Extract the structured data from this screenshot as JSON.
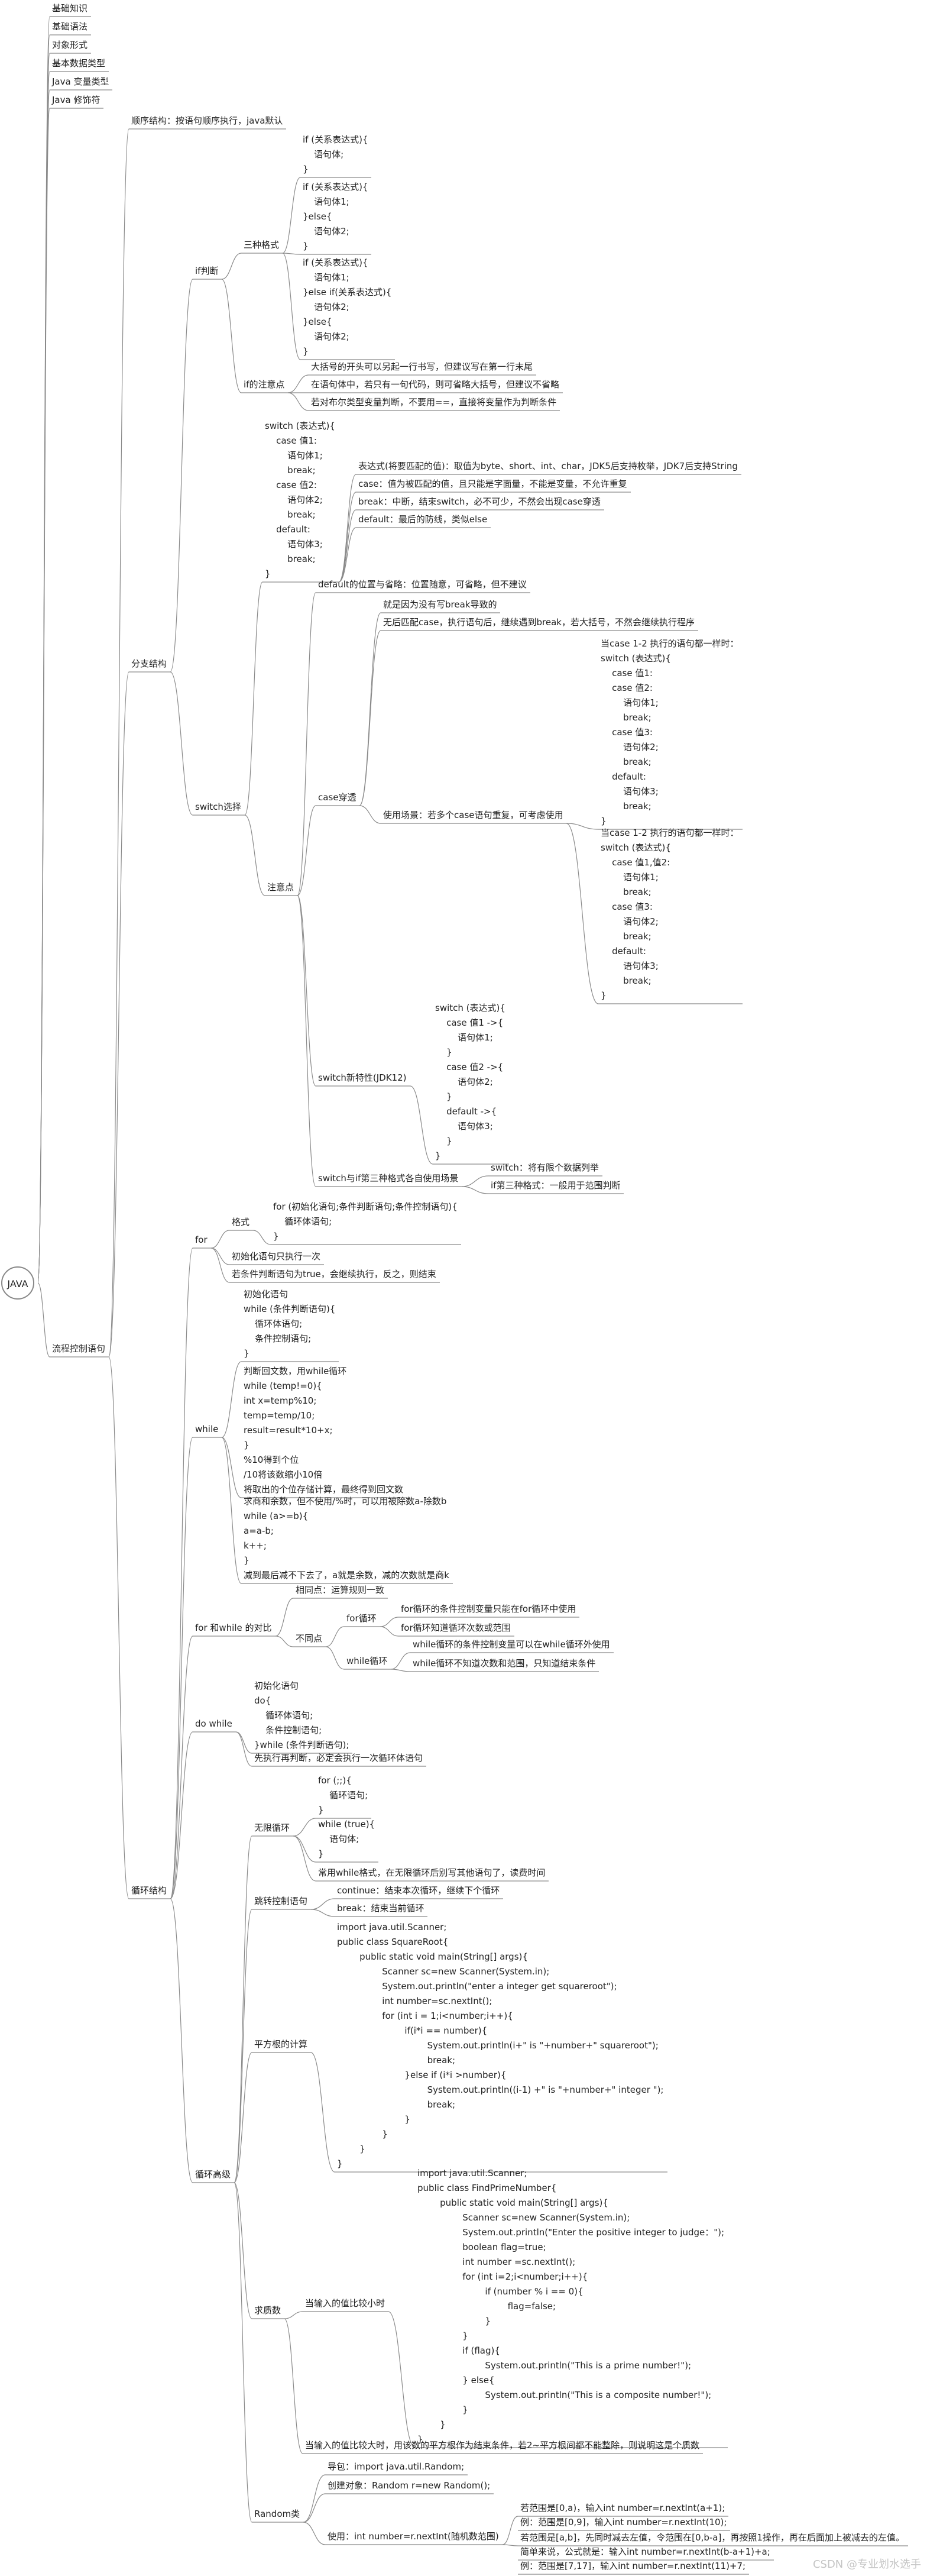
{
  "root": "JAVA",
  "watermark": "CSDN @专业划水选手",
  "top_items": [
    "基础知识",
    "基础语法",
    "对象形式",
    "基本数据类型",
    "Java 变量类型",
    "Java 修饰符"
  ],
  "flow": "流程控制语句",
  "sequence": "顺序结构：按语句顺序执行，java默认",
  "branch": "分支结构",
  "if_label": "if判断",
  "three_forms": "三种格式",
  "if_code1": "if (关系表达式){\n    语句体;\n}",
  "if_code2": "if (关系表达式){\n    语句体1;\n}else{\n    语句体2;\n}",
  "if_code3": "if (关系表达式){\n    语句体1;\n}else if(关系表达式){\n    语句体2;\n}else{\n    语句体2;\n}",
  "if_notes": "if的注意点",
  "if_note1": "大括号的开头可以另起一行书写，但建议写在第一行末尾",
  "if_note2": "在语句体中，若只有一句代码，则可省略大括号，但建议不省略",
  "if_note3": "若对布尔类型变量判断，不要用==，直接将变量作为判断条件",
  "switch_label": "switch选择",
  "switch_code": "switch (表达式){\n    case 值1:\n        语句体1;\n        break;\n    case 值2:\n        语句体2;\n        break;\n    default:\n        语句体3;\n        break;\n}",
  "sw_expr": "表达式(将要匹配的值)：取值为byte、short、int、char，JDK5后支持枚举，JDK7后支持String",
  "sw_case": "case：值为被匹配的值，且只能是字面量，不能是变量，不允许重复",
  "sw_break": "break：中断，结束switch，必不可少，不然会出现case穿透",
  "sw_default": "default：最后的防线，类似else",
  "sw_notes": "注意点",
  "sw_default_pos": "default的位置与省略：位置随意，可省略，但不建议",
  "case_through": "case穿透",
  "ct1": "就是因为没有写break导致的",
  "ct2": "无后匹配case，执行语句后，继续遇到break，若大括号，不然会继续执行程序",
  "ct_usage": "使用场景：若多个case语句重复，可考虑使用",
  "ct_code1": "当case 1-2 执行的语句都一样时：\nswitch (表达式){\n    case 值1:\n    case 值2:\n        语句体1;\n        break;\n    case 值3:\n        语句体2;\n        break;\n    default:\n        语句体3;\n        break;\n}",
  "ct_code2": "当case 1-2 执行的语句都一样时：\nswitch (表达式){\n    case 值1,值2:\n        语句体1;\n        break;\n    case 值3:\n        语句体2;\n        break;\n    default:\n        语句体3;\n        break;\n}",
  "sw_new": "switch新特性(JDK12)",
  "sw_new_code": "switch (表达式){\n    case 值1 ->{\n        语句体1;\n    }\n    case 值2 ->{\n        语句体2;\n    }\n    default ->{\n        语句体3;\n    }\n}",
  "sw_vs_if": "switch与if第三种格式各自使用场景",
  "sw_vs1": "switch：将有限个数据列举",
  "sw_vs2": "if第三种格式：一般用于范围判断",
  "loop": "循环结构",
  "for_label": "for",
  "for_fmt": "格式",
  "for_code": "for (初始化语句;条件判断语句;条件控制语句){\n    循环体语句;\n}",
  "for_init": "初始化语句只执行一次",
  "for_cond": "若条件判断语句为true，会继续执行，反之，则结束",
  "while_label": "while",
  "while_code": "初始化语句\nwhile (条件判断语句){\n    循环体语句;\n    条件控制语句;\n}",
  "while_ex1": "判断回文数，用while循环\nwhile (temp!=0){\nint x=temp%10;\ntemp=temp/10;\nresult=result*10+x;\n}\n%10得到个位\n/10将该数缩小10倍\n将取出的个位存储计算，最终得到回文数",
  "while_ex2": "求商和余数，但不使用/%时，可以用被除数a-除数b\nwhile (a>=b){\na=a-b;\nk++;\n}\n减到最后减不下去了，a就是余数，减的次数就是商k",
  "for_vs_while": "for 和while 的对比",
  "fw_same": "相同点：运算规则一致",
  "fw_diff": "不同点",
  "fw_for": "for循环",
  "fw_for1": "for循环的条件控制变量只能在for循环中使用",
  "fw_for2": "for循环知道循环次数或范围",
  "fw_while": "while循环",
  "fw_while1": "while循环的条件控制变量可以在while循环外使用",
  "fw_while2": "while循环不知道次数和范围，只知道结束条件",
  "dowhile_label": "do while",
  "dowhile_code": "初始化语句\ndo{\n    循环体语句;\n    条件控制语句;\n}while (条件判断语句);",
  "dowhile_note": "先执行再判断，必定会执行一次循环体语句",
  "loop_adv": "循环高级",
  "inf_loop": "无限循环",
  "inf_code1": "for (;;){\n    循环语句;\n}",
  "inf_code2": "while (true){\n    语句体;\n}",
  "inf_note": "常用while格式，在无限循环后别写其他语句了，读费时间",
  "jump": "跳转控制语句",
  "jump1": "continue：结束本次循环，继续下个循环",
  "jump2": "break：结束当前循环",
  "sqrt_label": "平方根的计算",
  "sqrt_code": "import java.util.Scanner;\npublic class SquareRoot{\n        public static void main(String[] args){\n                Scanner sc=new Scanner(System.in);\n                System.out.println(\"enter a integer get squareroot\");\n                int number=sc.nextInt();\n                for (int i = 1;i<number;i++){\n                        if(i*i == number){\n                                System.out.println(i+\" is \"+number+\" squareroot\");\n                                break;\n                        }else if (i*i >number){\n                                System.out.println((i-1) +\" is \"+number+\" integer \");\n                                break;\n                        }\n                }\n        }\n}",
  "prime_label": "求质数",
  "prime_small": "当输入的值比较小时",
  "prime_code": "import java.util.Scanner;\npublic class FindPrimeNumber{\n        public static void main(String[] args){\n                Scanner sc=new Scanner(System.in);\n                System.out.println(\"Enter the positive integer to judge：\");\n                boolean flag=true;\n                int number =sc.nextInt();\n                for (int i=2;i<number;i++){\n                        if (number % i == 0){\n                                flag=false;\n                        }\n                }\n                if (flag){\n                        System.out.println(\"This is a prime number!\");\n                } else{\n                        System.out.println(\"This is a composite number!\");\n                }\n        }\n}",
  "prime_big": "当输入的值比较大时，用该数的平方根作为结束条件，若2~平方根间都不能整除，则说明这是个质数",
  "random_label": "Random类",
  "rand1": "导包：import java.util.Random;",
  "rand2": "创建对象：Random r=new Random();",
  "rand3": "使用：int number=r.nextInt(随机数范围)",
  "rand3a": "若范围是[0,a)，输入int number=r.nextInt(a+1);",
  "rand3a2": "例：范围是[0,9]，输入int number=r.nextInt(10);",
  "rand3b": "若范围是[a,b]，先同时减去左值，令范围在[0,b-a]，再按照1操作，再在后面加上被减去的左值。",
  "rand3b2": "简单来说，公式就是：输入int number=r.nextInt(b-a+1)+a;",
  "rand3b3": "例：范围是[7,17]，输入int number=r.nextInt(11)+7;"
}
